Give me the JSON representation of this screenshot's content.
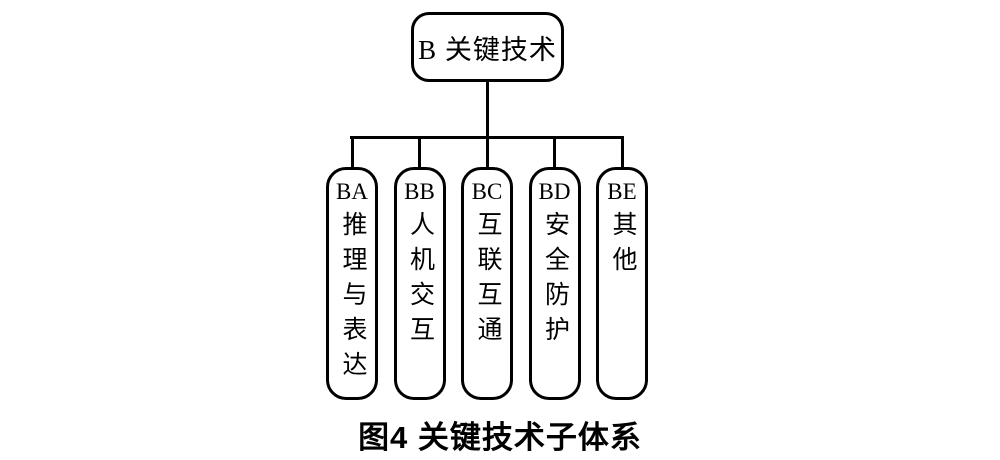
{
  "diagram": {
    "root": {
      "label": "B 关键技术"
    },
    "children": [
      {
        "code": "BA",
        "name": "推理与表达"
      },
      {
        "code": "BB",
        "name": "人机交互"
      },
      {
        "code": "BC",
        "name": "互联互通"
      },
      {
        "code": "BD",
        "name": "安全防护"
      },
      {
        "code": "BE",
        "name": "其他"
      }
    ],
    "caption": "图4 关键技术子体系"
  },
  "colors": {
    "line": "#000000",
    "background": "#ffffff",
    "text": "#000000"
  }
}
